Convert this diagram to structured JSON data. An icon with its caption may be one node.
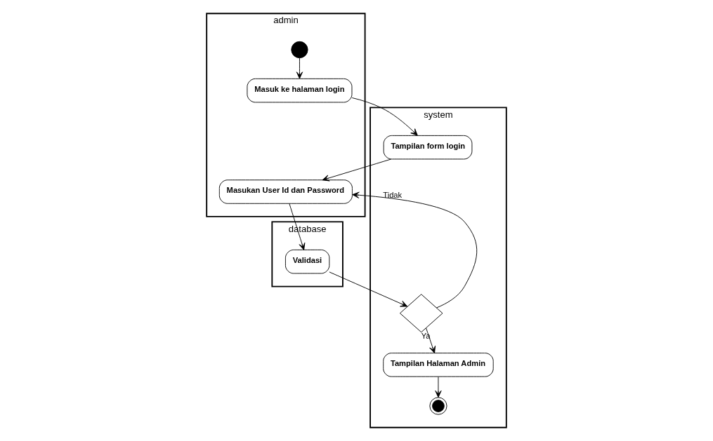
{
  "diagram": {
    "nodes": [
      {
        "text": [
          "admin"
        ]
      },
      {
        "text": [
          "system"
        ]
      },
      {
        "text": [
          "database"
        ]
      },
      {
        "text": [],
        "shape": "circle",
        "in": 0
      },
      {
        "text": [
          "Masuk ke halaman login"
        ],
        "in": 0
      },
      {
        "text": [
          "Tampilan form login"
        ],
        "in": 1
      },
      {
        "text": [
          "Masukan User Id dan Password"
        ],
        "in": 0
      },
      {
        "text": [
          "Validasi"
        ],
        "in": 2
      },
      {
        "text": [],
        "shape": "diamond",
        "in": 1
      },
      {
        "text": [
          "Tampilan Halaman Admin"
        ],
        "in": 1
      },
      {
        "text": [],
        "shape": "bullseye",
        "in": 1
      }
    ],
    "edges": [
      {
        "from": 3,
        "to": 4,
        "arrow": "to"
      },
      {
        "from": 4,
        "to": 5,
        "arrow": "to"
      },
      {
        "from": 5,
        "to": 6,
        "arrow": "to"
      },
      {
        "from": 6,
        "to": 7,
        "arrow": "to"
      },
      {
        "from": 7,
        "to": 8,
        "arrow": "to"
      },
      {
        "from": 8,
        "to": 6,
        "arrow": "to",
        "label": "Tidak"
      },
      {
        "from": 8,
        "to": 9,
        "arrow": "to",
        "label": "Ya"
      },
      {
        "from": 9,
        "to": 10,
        "arrow": "to"
      }
    ]
  }
}
